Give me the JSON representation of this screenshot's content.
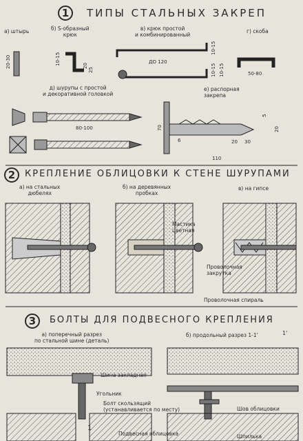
{
  "sections": [
    {
      "number": "1",
      "title": "ТИПЫ СТАЛЬНЫХ ЗАКРЕП",
      "items": [
        {
          "label": "а) штырь",
          "dims": [
            "20-30"
          ]
        },
        {
          "label": "б) S-образный\nкрюк",
          "dims": [
            "10-15",
            "20",
            "25"
          ]
        },
        {
          "label": "в) крюк простой\nи комбинированный",
          "dims": [
            "ДО 120",
            "10-15",
            "10-15",
            "10-15"
          ]
        },
        {
          "label": "г) скоба",
          "dims": [
            "50-80"
          ]
        },
        {
          "label": "д) шурупы с простой\nи декоративной головкой",
          "dims": [
            "80-100"
          ]
        },
        {
          "label": "е) распорная\nзакрепа",
          "dims": [
            "70",
            "5",
            "20",
            "6",
            "20",
            "30",
            "110"
          ]
        }
      ]
    },
    {
      "number": "2",
      "title": "КРЕПЛЕНИЕ ОБЛИЦОВКИ К СТЕНЕ ШУРУПАМИ",
      "items": [
        {
          "label": "а) на стальных\nдюбелях"
        },
        {
          "label": "б) на деревянных\nпробках"
        },
        {
          "label": "в) на гипсе"
        }
      ],
      "callouts": [
        "Мастика\nцветная",
        "Проволочная\nзакрутка",
        "Проволочная спираль"
      ]
    },
    {
      "number": "3",
      "title": "БОЛТЫ ДЛЯ ПОДВЕСНОГО КРЕПЛЕНИЯ",
      "items": [
        {
          "label": "а) поперечный разрез\nпо стальной шине (деталь)"
        },
        {
          "label": "б) продольный разрез 1-1'"
        }
      ],
      "callouts": [
        "Шина закладная",
        "Угольник",
        "Болт скользящий\n(устанавливается по месту)",
        "Подвесная облицовка",
        "Шов облицовки",
        "Шпилька"
      ],
      "marks": [
        "1",
        "1'"
      ]
    }
  ]
}
